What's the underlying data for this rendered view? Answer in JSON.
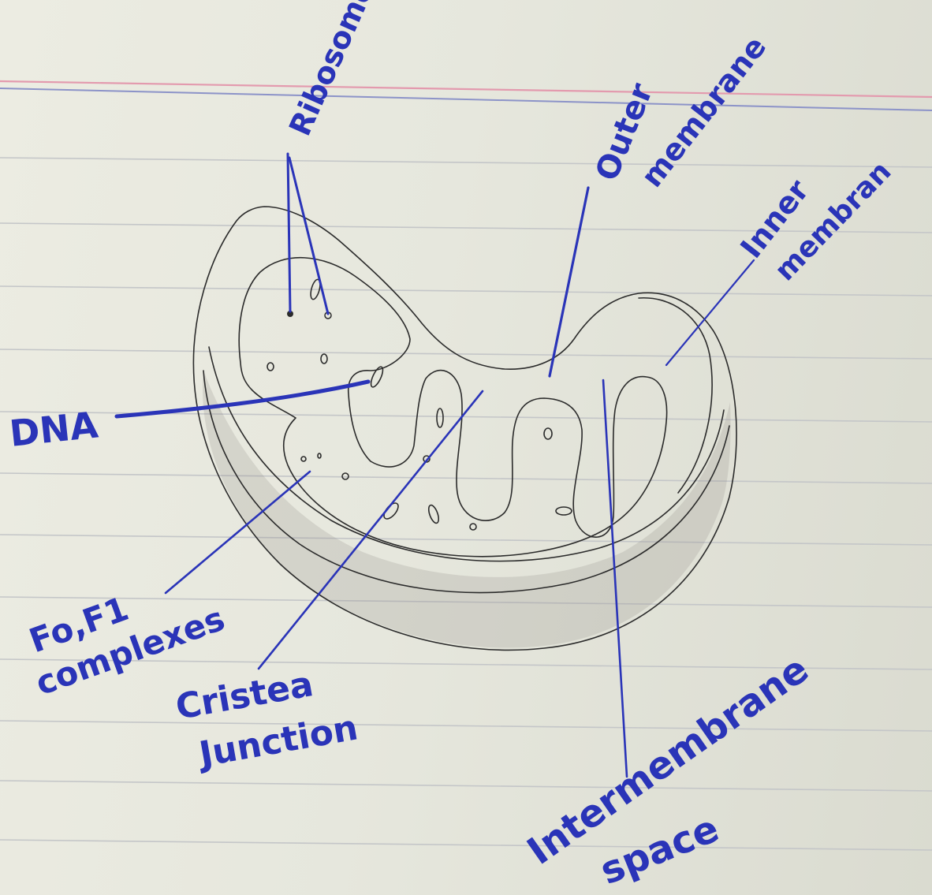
{
  "diagram": {
    "labels": {
      "ribosomes": "Ribosomes",
      "outer_membrane_1": "Outer",
      "outer_membrane_2": "membrane",
      "inner_membrane_1": "Inner",
      "inner_membrane_2": "membran",
      "dna": "DNA",
      "fo_f1_1": "Fo,F1",
      "fo_f1_2": "complexes",
      "cristea_1": "Cristea",
      "cristea_2": "Junction",
      "intermembrane_1": "Intermembrane",
      "intermembrane_2": "space"
    }
  },
  "colors": {
    "ink_blue": "#2a34b8",
    "pencil": "#2b2b2b",
    "paper": "#e6e7dd",
    "margin_pink": "#e39aae",
    "margin_blue": "#8c93c8",
    "rule_gray": "#c4c6c8"
  }
}
